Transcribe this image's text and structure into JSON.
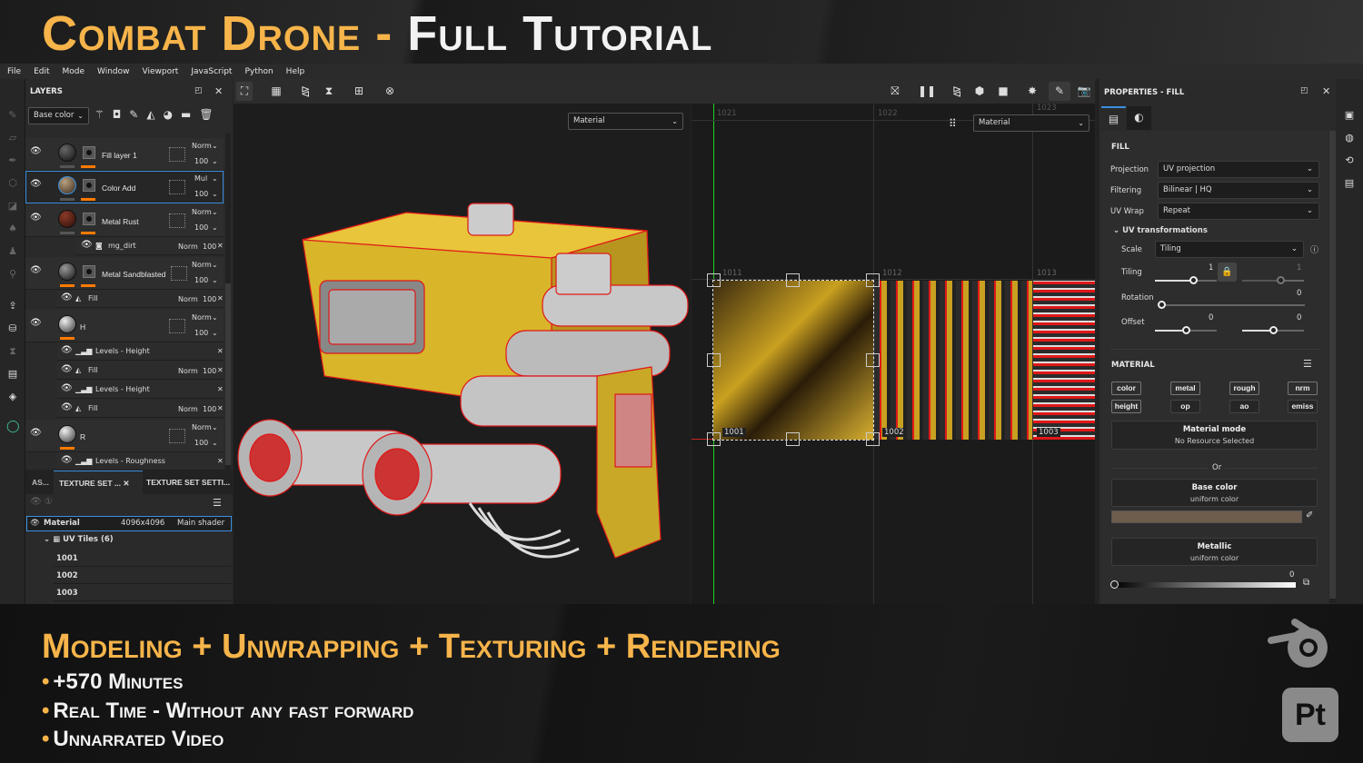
{
  "banner": {
    "title_part1": "Combat Drone",
    "title_sep": " - ",
    "title_part2": "Full Tutorial"
  },
  "menu": [
    "File",
    "Edit",
    "Mode",
    "Window",
    "Viewport",
    "JavaScript",
    "Python",
    "Help"
  ],
  "layers_panel": {
    "title": "LAYERS",
    "channel_select": "Base color",
    "layers": [
      {
        "name": "Fill layer 1",
        "blend": "Norm",
        "opacity": "100"
      },
      {
        "name": "Color Add",
        "blend": "Mul",
        "opacity": "100",
        "selected": true
      },
      {
        "name": "Metal Rust",
        "blend": "Norm",
        "opacity": "100"
      },
      {
        "name": "mg_dirt",
        "blend": "Norm",
        "opacity": "100",
        "sub": true
      },
      {
        "name": "Metal Sandblasted",
        "blend": "Norm",
        "opacity": "100"
      },
      {
        "name": "Fill",
        "blend": "Norm",
        "opacity": "100",
        "sub": true
      },
      {
        "name": "H",
        "blend": "Norm",
        "opacity": "100"
      },
      {
        "name": "Levels - Height",
        "sub": true
      },
      {
        "name": "Fill",
        "blend": "Norm",
        "opacity": "100",
        "sub": true
      },
      {
        "name": "Levels - Height",
        "sub": true
      },
      {
        "name": "Fill",
        "blend": "Norm",
        "opacity": "100",
        "sub": true
      },
      {
        "name": "R",
        "blend": "Norm",
        "opacity": "100"
      },
      {
        "name": "Levels - Roughness",
        "sub": true
      }
    ]
  },
  "texture_set": {
    "tabs": [
      "AS...",
      "TEXTURE SET ...",
      "TEXTURE SET SETTI..."
    ],
    "material": {
      "name": "Material",
      "resolution": "4096x4096",
      "shader": "Main shader"
    },
    "uv_tiles_label": "UV Tiles (6)",
    "tiles": [
      "1001",
      "1002",
      "1003"
    ]
  },
  "viewport": {
    "material_select_3d": "Material",
    "material_select_uv": "Material",
    "uv_grid_labels_top": [
      "1021",
      "1022",
      "1023"
    ],
    "uv_grid_labels_mid": [
      "1011",
      "1012",
      "1013"
    ],
    "uv_tile_labels": [
      "1001",
      "1002",
      "1003"
    ]
  },
  "properties": {
    "title": "PROPERTIES - FILL",
    "section_fill": "FILL",
    "projection": {
      "label": "Projection",
      "value": "UV projection"
    },
    "filtering": {
      "label": "Filtering",
      "value": "Bilinear | HQ"
    },
    "uv_wrap": {
      "label": "UV Wrap",
      "value": "Repeat"
    },
    "uv_transformations": "UV transformations",
    "scale": {
      "label": "Scale",
      "value": "Tiling"
    },
    "tiling": {
      "label": "Tiling",
      "u": "1",
      "v": "1"
    },
    "rotation": {
      "label": "Rotation",
      "value": "0"
    },
    "offset": {
      "label": "Offset",
      "u": "0",
      "v": "0"
    },
    "section_material": "MATERIAL",
    "channels": [
      "color",
      "metal",
      "rough",
      "nrm",
      "height",
      "op",
      "ao",
      "emiss"
    ],
    "material_mode": {
      "title": "Material mode",
      "sub": "No Resource Selected"
    },
    "or_label": "Or",
    "base_color": {
      "title": "Base color",
      "sub": "uniform color",
      "swatch": "#6e5c4c"
    },
    "metallic": {
      "title": "Metallic",
      "sub": "uniform color",
      "value": "0"
    }
  },
  "bottom": {
    "subtitle": "Modeling + Unwrapping + Texturing + Rendering",
    "bullets": [
      "+570 Minutes",
      "Real Time - Without any fast forward",
      "Unnarrated Video"
    ],
    "logo_pt": "Pt"
  },
  "colors": {
    "accent": "#f6b44a",
    "selection": "#3a8fe0",
    "layer_bar": "#ff7a00"
  }
}
